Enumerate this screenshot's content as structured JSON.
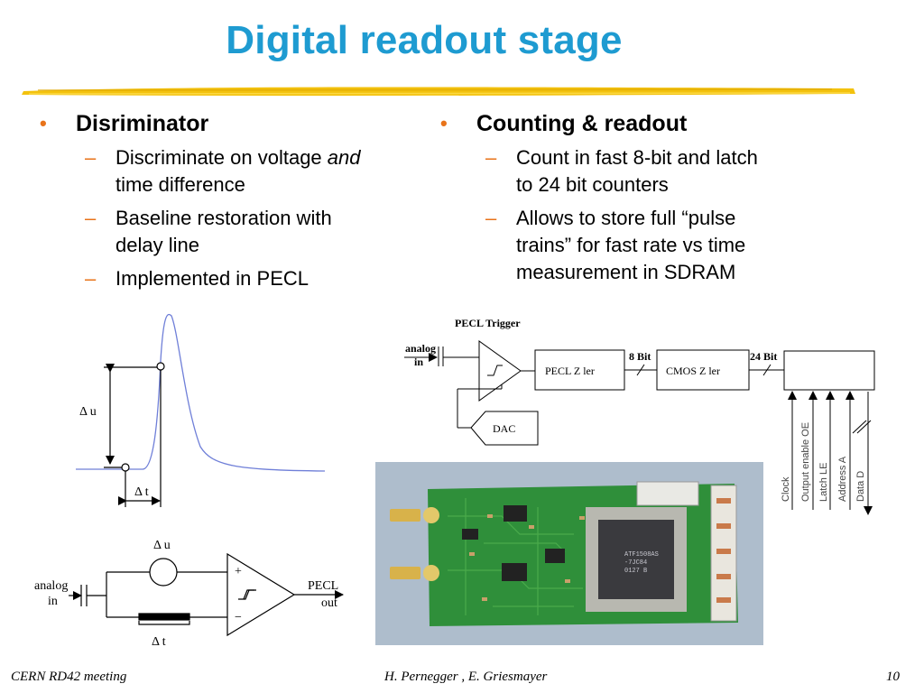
{
  "slide": {
    "title": "Digital readout stage",
    "left": {
      "heading": "Disriminator",
      "items": [
        {
          "text1": "Discriminate on voltage ",
          "italic": "and",
          "text2": "time difference"
        },
        {
          "line1": "Baseline restoration with",
          "line2": "delay line"
        },
        {
          "line1": "Implemented in PECL"
        }
      ]
    },
    "right": {
      "heading": "Counting & readout",
      "items": [
        {
          "line1": "Count in fast 8-bit and latch",
          "line2": "to 24 bit counters"
        },
        {
          "line1": "Allows to store full “pulse",
          "line2": "trains” for fast rate vs time",
          "line3": "measurement in SDRAM"
        }
      ]
    },
    "footer": {
      "left": "CERN RD42 meeting",
      "center": "H. Pernegger , E. Griesmayer",
      "page": "10"
    }
  },
  "pulse_diagram": {
    "delta_u": "Δ u",
    "delta_t": "Δ t"
  },
  "discriminator_circuit": {
    "delta_u": "Δ u",
    "delta_t": "Δ t",
    "input_line1": "analog",
    "input_line2": "in",
    "output_line1": "PECL",
    "output_line2": "out",
    "plus": "+",
    "minus": "−"
  },
  "block_diagram": {
    "trigger_label": "PECL Trigger",
    "input_line1": "analog",
    "input_line2": "in",
    "dac": "DAC",
    "pecl_block": "PECL Z   ler",
    "cmos_block": "CMOS Z   ler",
    "bus1": "8 Bit",
    "bus2": "24 Bit",
    "signals": [
      "Clock",
      "Output enable OE",
      "Latch LE",
      "Address A",
      "Data D"
    ]
  },
  "photo": {
    "chip_line1": "ATF1508AS",
    "chip_line2": "-7JC84",
    "chip_line3": "0127 B"
  },
  "colors": {
    "title": "#1e9bd1",
    "bullet": "#e8731a",
    "pulse_curve": "#6f7fd8",
    "pcb": "#2f8f3a",
    "photo_bg": "#aebdcc"
  }
}
